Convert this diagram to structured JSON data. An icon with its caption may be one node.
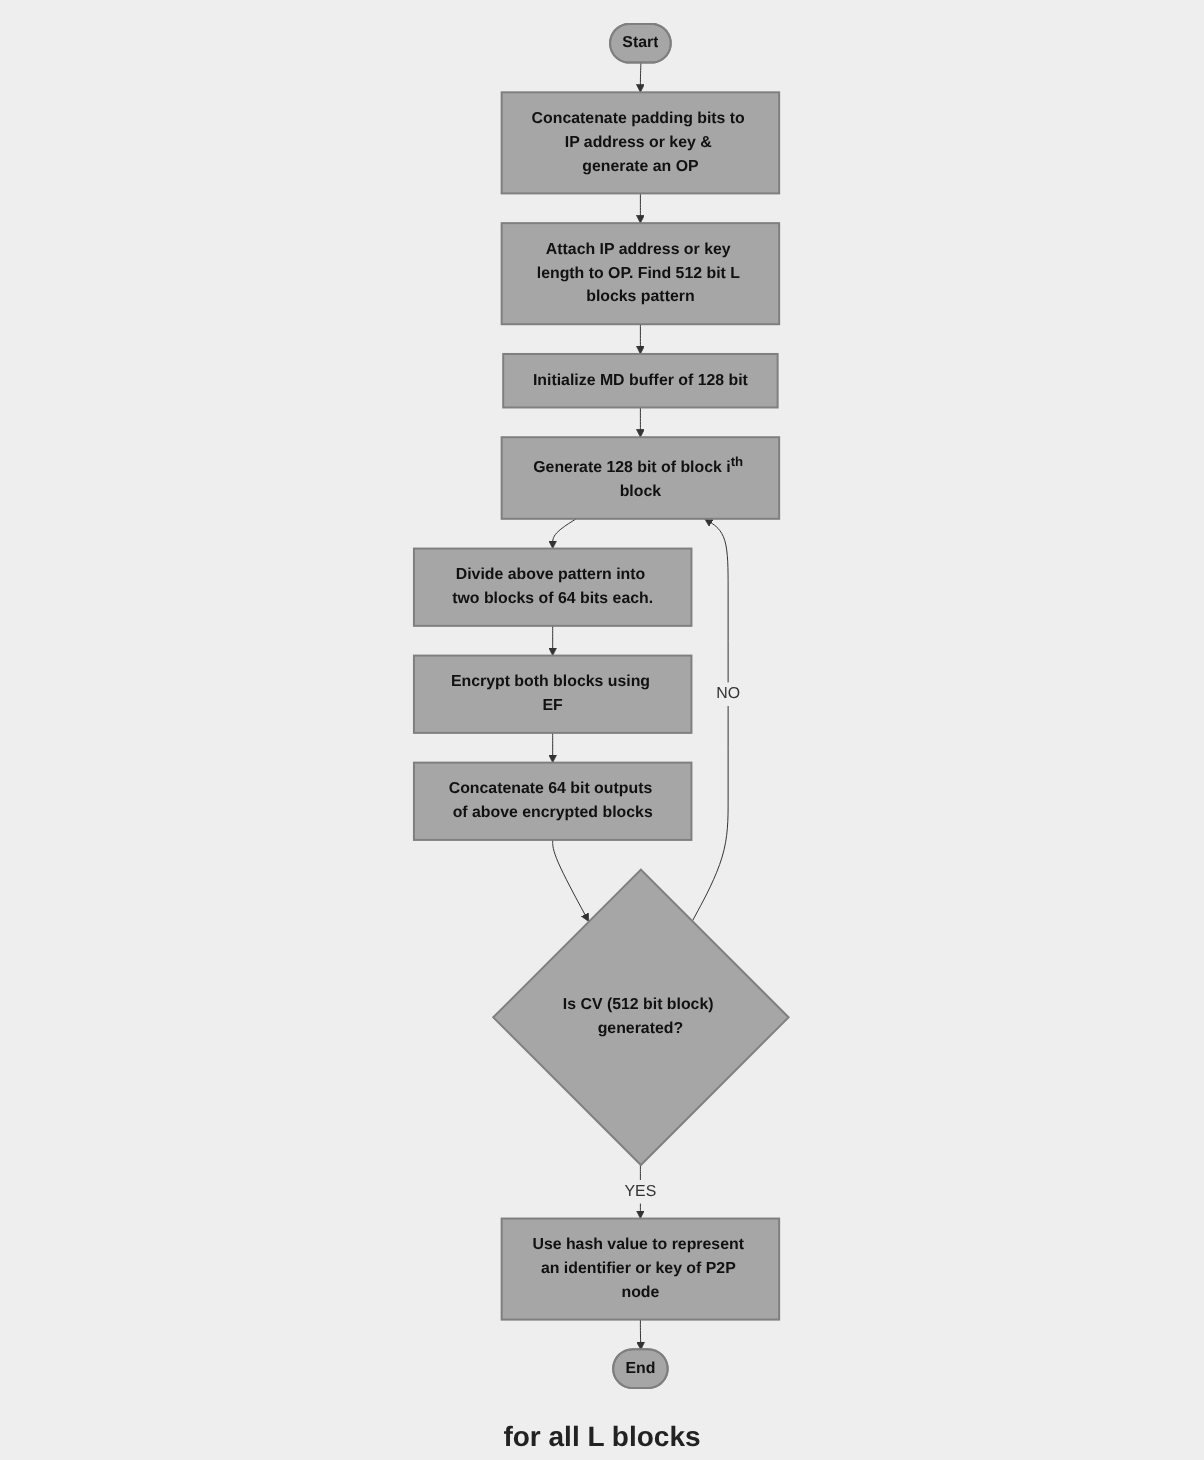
{
  "diagram": {
    "nodes": [
      {
        "text": [
          "Start"
        ]
      },
      {
        "text": [
          "Concatenate padding bits to IP address or key & generate an OP"
        ]
      },
      {
        "text": [
          "Attach IP address or key length to OP. Find 512 bit L blocks pattern"
        ]
      },
      {
        "text": [
          "Initialize MD buffer of 128 bit"
        ]
      },
      {
        "text": [
          "Generate 128 bit of block i$^{th}$ block"
        ]
      },
      {
        "text": [
          "Divide above pattern into two blocks of 64 bits each."
        ]
      },
      {
        "text": [
          "Encrypt both blocks using EF"
        ]
      },
      {
        "text": [
          "Concatenate 64 bit outputs of above encrypted blocks"
        ]
      },
      {
        "text": [
          "Is CV (512 bit block) generated?"
        ]
      },
      {
        "text": [
          "Use hash value to represent an identifier or key of P2P node"
        ]
      },
      {
        "text": [
          "End"
        ]
      }
    ],
    "edges": [
      {
        "from": 0,
        "to": 1,
        "arrow": "to"
      },
      {
        "from": 1,
        "to": 2,
        "arrow": "to"
      },
      {
        "from": 2,
        "to": 3,
        "arrow": "to"
      },
      {
        "from": 3,
        "to": 4,
        "arrow": "to"
      },
      {
        "from": 4,
        "to": 5,
        "arrow": "to"
      },
      {
        "from": 5,
        "to": 6,
        "arrow": "to"
      },
      {
        "from": 6,
        "to": 7,
        "arrow": "to"
      },
      {
        "from": 7,
        "to": 8,
        "arrow": "to"
      },
      {
        "from": 8,
        "to": 9,
        "label": "YES",
        "arrow": "to"
      },
      {
        "from": 8,
        "to": 4,
        "label": "NO",
        "arrow": "to"
      },
      {
        "from": 9,
        "to": 10,
        "arrow": "to"
      }
    ],
    "labels": [
      "for all L blocks"
    ]
  }
}
